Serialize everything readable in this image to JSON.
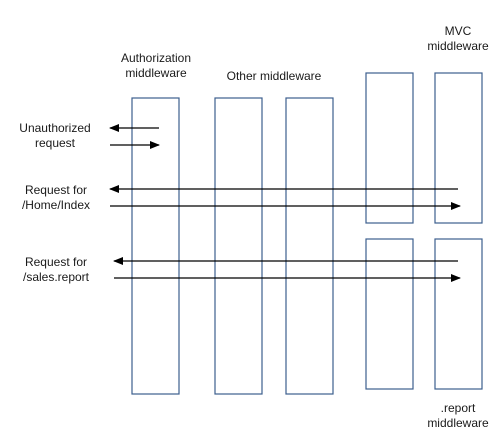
{
  "labels": {
    "authorization": [
      "Authorization",
      "middleware"
    ],
    "other": "Other middleware",
    "mvc": [
      "MVC",
      "middleware"
    ],
    "report": [
      ".report",
      "middleware"
    ],
    "unauthorized": [
      "Unauthorized",
      "request"
    ],
    "home_request": [
      "Request for",
      "/Home/Index"
    ],
    "sales_request": [
      "Request for",
      "/sales.report"
    ]
  },
  "colors": {
    "box_stroke": "#3c5f8e",
    "arrow": "#000000",
    "text": "#1a1a1a"
  }
}
